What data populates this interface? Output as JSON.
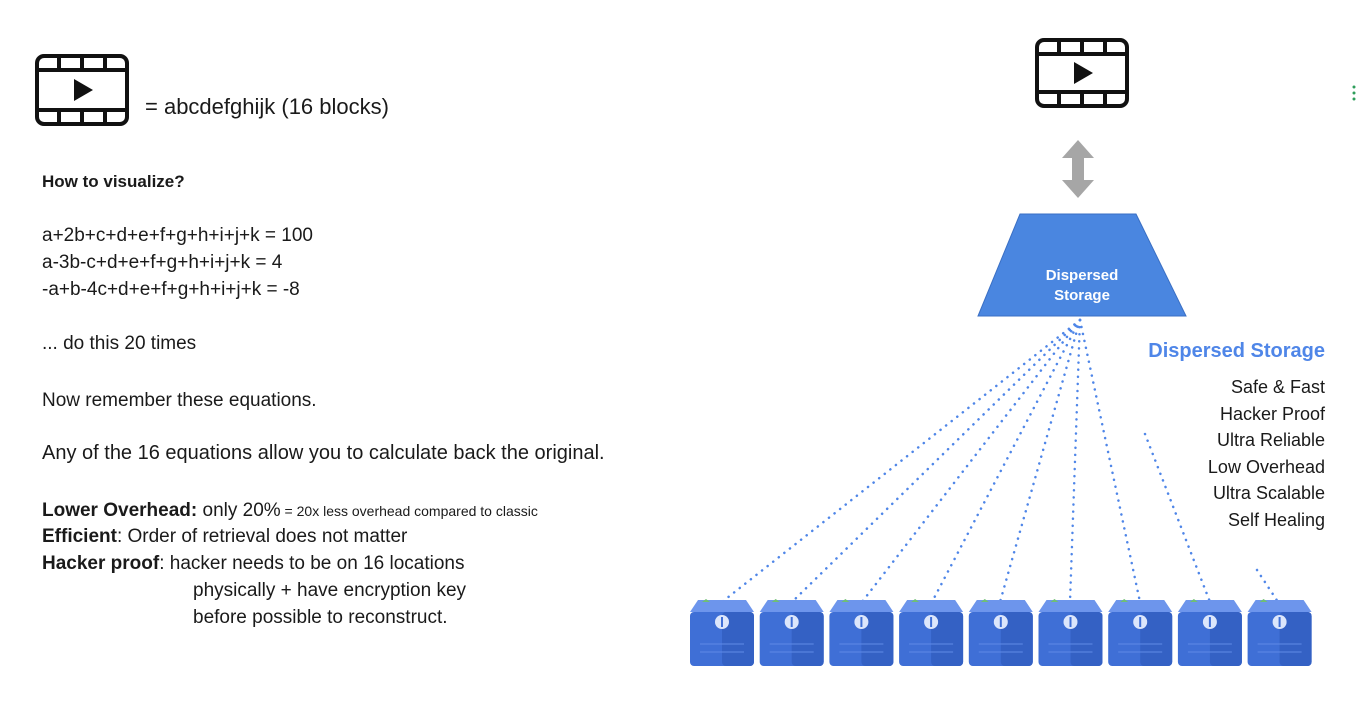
{
  "video_equals": "= abcdefghijk   (16 blocks)",
  "question": "How to visualize?",
  "equations": [
    "a+2b+c+d+e+f+g+h+i+j+k = 100",
    "a-3b-c+d+e+f+g+h+i+j+k = 4",
    "-a+b-4c+d+e+f+g+h+i+j+k = -8"
  ],
  "repeat_note": "... do this 20 times",
  "remember_note": "Now remember these equations.",
  "any_note": "Any of the 16 equations allow you to calculate back the original.",
  "features": {
    "overhead_label": "Lower Overhead:",
    "overhead_value": " only 20%",
    "overhead_detail": " = 20x less overhead compared to classic",
    "efficient_label": "Efficient",
    "efficient_value": ": Order of retrieval does not matter",
    "hacker_label": "Hacker proof",
    "hacker_value": ": hacker needs to be on 16 locations",
    "hacker_line2": "physically + have encryption key",
    "hacker_line3": "before possible to reconstruct."
  },
  "storage_box": {
    "line1": "Dispersed",
    "line2": "Storage"
  },
  "ds_title": "Dispersed Storage",
  "ds_benefits": [
    "Safe & Fast",
    "Hacker Proof",
    "Ultra Reliable",
    "Low Overhead",
    "Ultra Scalable",
    "Self Healing"
  ],
  "node_count": 9,
  "colors": {
    "accent": "#4f86e8",
    "trapezoid": "#4a86e0",
    "node": "#3f6fd6",
    "arrow": "#a6a6a6"
  },
  "icons": {
    "video": "video-film-icon",
    "arrow": "double-arrow-icon",
    "node": "storage-node-icon"
  }
}
